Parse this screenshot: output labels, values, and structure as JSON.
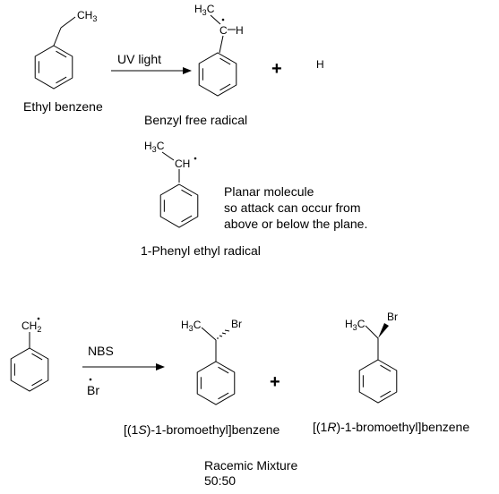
{
  "reaction1": {
    "reactant_label": "Ethyl benzene",
    "reactant_ch3": "CH",
    "reactant_ch3_sub": "3",
    "condition": "UV light",
    "product_label": "Benzyl free radical",
    "product_h3c_h": "H",
    "product_h3c_sub": "3",
    "product_h3c_c": "C",
    "product_c": "C",
    "product_h": "H",
    "plus": "+",
    "hydrogen": "H"
  },
  "intermediate": {
    "label": "1-Phenyl ethyl radical",
    "h3c_h": "H",
    "h3c_sub": "3",
    "h3c_c": "C",
    "ch": "CH",
    "note_lines": [
      "Planar molecule",
      "so attack can occur from",
      "above or below the plane."
    ]
  },
  "reaction2": {
    "reactant_ch": "CH",
    "reactant_sub": "2",
    "reagent": "NBS",
    "reagent2": "Br",
    "plus": "+",
    "product1": {
      "h3c_h": "H",
      "h3c_sub": "3",
      "h3c_c": "C",
      "br": "Br",
      "name_pre": "[(1",
      "name_stereo": "S",
      "name_post": ")-1-bromoethyl]benzene"
    },
    "product2": {
      "h3c_h": "H",
      "h3c_sub": "3",
      "h3c_c": "C",
      "br": "Br",
      "name_pre": "[(1",
      "name_stereo": "R",
      "name_post": ")-1-bromoethyl]benzene"
    },
    "result_line1": "Racemic Mixture",
    "result_line2": "50:50"
  }
}
